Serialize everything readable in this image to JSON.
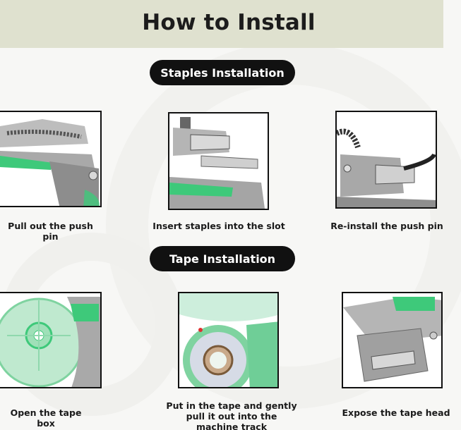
{
  "header": {
    "title": "How to Install"
  },
  "sections": {
    "staples": {
      "label": "Staples Installation",
      "steps": [
        {
          "caption": "Pull out the push pin",
          "image": "staple-gun-spring-photo"
        },
        {
          "caption": "Insert staples into the slot",
          "image": "staple-slot-photo"
        },
        {
          "caption": "Re-install the push pin",
          "image": "push-pin-reinstall-photo"
        }
      ]
    },
    "tape": {
      "label": "Tape Installation",
      "steps": [
        {
          "caption": "Open the tape box",
          "image": "open-tape-box-photo"
        },
        {
          "caption": "Put in the tape and gently pull it out into the machine track",
          "image": "tape-roll-photo"
        },
        {
          "caption": "Expose the tape head",
          "image": "tape-head-photo"
        }
      ]
    }
  },
  "colors": {
    "header_band": "#dfe1cf",
    "pill_bg": "#111111",
    "tool_green": "#3ec97a",
    "metal": "#9a9a9a"
  }
}
